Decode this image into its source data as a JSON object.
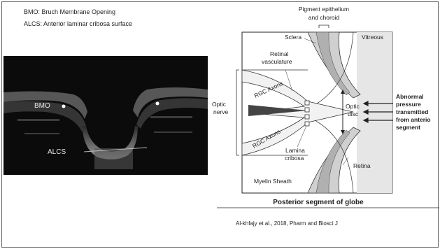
{
  "legend": {
    "line1": "BMO: Bruch Membrane Opening",
    "line2": "ALCS: Anterior laminar cribosa surface"
  },
  "oct": {
    "bmo_label": "BMO",
    "alcs_label": "ALCS"
  },
  "diagram": {
    "pigment": "Pigment epithelium",
    "pigment2": "and choroid",
    "sclera": "Sclera",
    "vitreous": "Vitreous",
    "retinal1": "Retinal",
    "retinal2": "vasculature",
    "rgc_top": "RGC Axons",
    "rgc_bottom": "RGC Axons",
    "optic_nerve1": "Optic",
    "optic_nerve2": "nerve",
    "optic_disc1": "Optic",
    "optic_disc2": "disc",
    "lamina1": "Lamina",
    "lamina2": "cribosa",
    "myelin": "Myelin Sheath",
    "retina": "Retina",
    "abnormal1": "Abnormal",
    "abnormal2": "pressure",
    "abnormal3": "transmitted",
    "abnormal4": "from anterio",
    "abnormal5": "segment",
    "caption": "Posterior segment of globe"
  },
  "citation": "Al-khfajy et al., 2018, Pharm and Biosci J"
}
